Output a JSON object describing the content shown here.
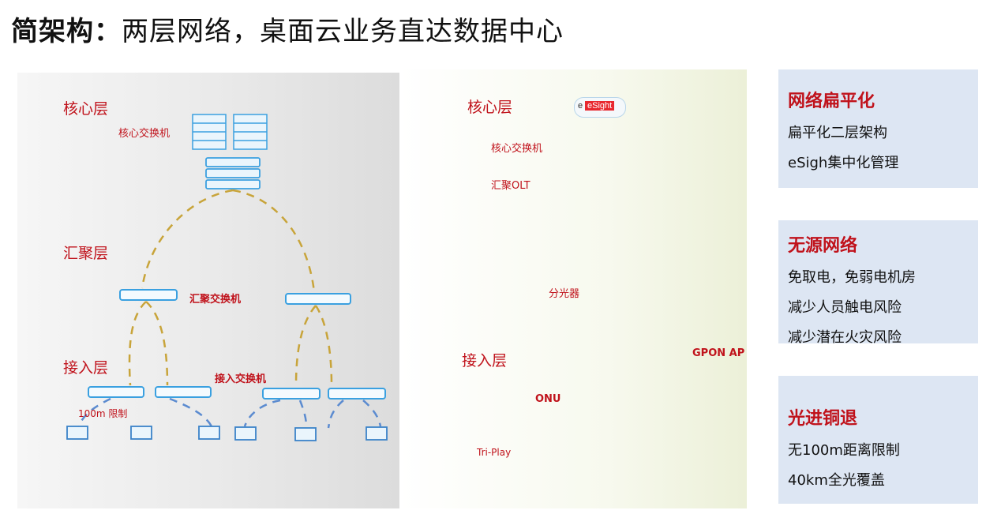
{
  "title": {
    "bold": "简架构：",
    "rest": "两层网络，桌面云业务直达数据中心"
  },
  "left": {
    "core_layer": "核心层",
    "core_switch": "核心交换机",
    "agg_layer": "汇聚层",
    "agg_switch": "汇聚交换机",
    "access_layer": "接入层",
    "access_switch": "接入交换机",
    "limit": "100m 限制"
  },
  "right": {
    "core_layer": "核心层",
    "esight": "eSight",
    "core_switch": "核心交换机",
    "agg_olt": "汇聚OLT",
    "splitter": "分光器",
    "access_layer": "接入层",
    "gpon_ap": "GPON AP",
    "onu": "ONU",
    "triplay": "Tri-Play"
  },
  "cards": [
    {
      "heading": "网络扁平化",
      "items": [
        "扁平化二层架构",
        "eSigh集中化管理"
      ]
    },
    {
      "heading": "无源网络",
      "items": [
        "免取电，免弱电机房",
        "减少人员触电风险",
        "减少潜在火灾风险"
      ]
    },
    {
      "heading": "光进铜退",
      "items": [
        "无100m距离限制",
        "40km全光覆盖"
      ]
    }
  ],
  "colors": {
    "accent_red": "#c0121b",
    "device_blue": "#3aa0e0",
    "link_gold": "#c8a43a",
    "link_blue": "#5b8bd0",
    "fiber_yellow": "#f2c316",
    "card_bg": "#dde6f3"
  },
  "icons": [
    "server-rack-icon",
    "switch-icon",
    "pc-icon",
    "cloud-icon",
    "olt-icon",
    "splitter-icon",
    "onu-icon",
    "wifi-icon",
    "phone-icon",
    "tv-icon",
    "storage-icon",
    "car-icon",
    "building-icon",
    "camera-icon"
  ]
}
